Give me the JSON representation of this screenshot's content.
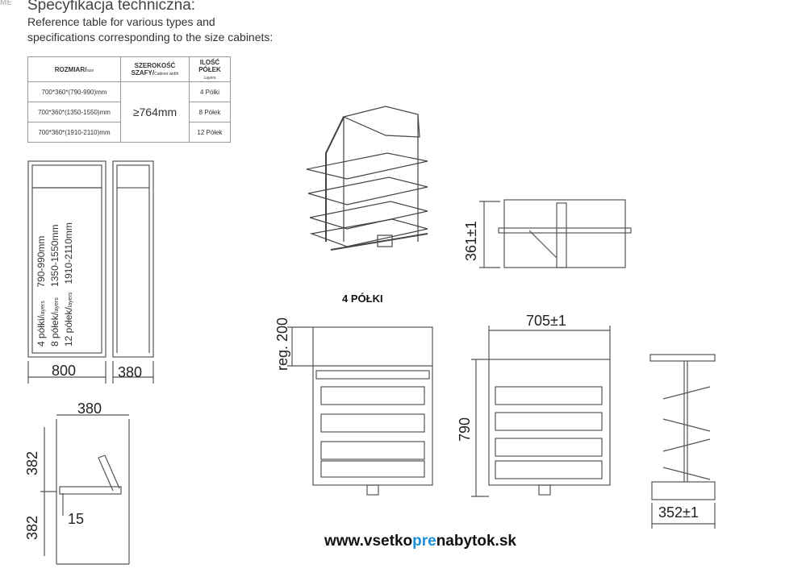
{
  "watermark": "ME",
  "title": "Specyfikacja techniczna:",
  "subtitle_line1": "Reference table for various types and",
  "subtitle_line2": "specifications corresponding to the size cabinets:",
  "table": {
    "headers": {
      "size": "ROZMIAR/",
      "size_small": "size",
      "width": "SZEROKOŚĆ SZAFY/",
      "width_small": "Cabinet width",
      "shelves": "ILOŚĆ PÓŁEK",
      "shelves_small": "Layers"
    },
    "rows": [
      {
        "size": "700*360*(790-990)mm",
        "shelves": "4 Półki"
      },
      {
        "size": "700*360*(1350-1550)mm",
        "shelves": "8 Półek"
      },
      {
        "size": "700*360*(1910-2110)mm",
        "shelves": "12 Półek"
      }
    ],
    "width_value": "≥764mm"
  },
  "cabinet_text": {
    "line1_a": "4 półki/",
    "line1_b": "layers",
    "line1_c": "790-990mm",
    "line2_a": "8 półek/",
    "line2_b": "layers",
    "line2_c": "1350-1550mm",
    "line3_a": "12 półek/",
    "line3_b": "layers",
    "line3_c": "1910-2110mm"
  },
  "dims": {
    "front_width": "800",
    "side_width": "380",
    "top_width": "380",
    "top_h1": "382",
    "top_h2": "382",
    "top_offset": "15",
    "plan_depth": "361±1",
    "reg": "reg. 200",
    "front_width2": "705±1",
    "front_height": "790",
    "side_depth": "352±1"
  },
  "heading_4": "4 PÓŁKI",
  "website": {
    "part1": "www.vsetko",
    "part2": "pre",
    "part3": "nabytok.sk"
  },
  "colors": {
    "line": "#555555",
    "accent": "#1a8fd8",
    "frame": "#6b4a3a"
  }
}
